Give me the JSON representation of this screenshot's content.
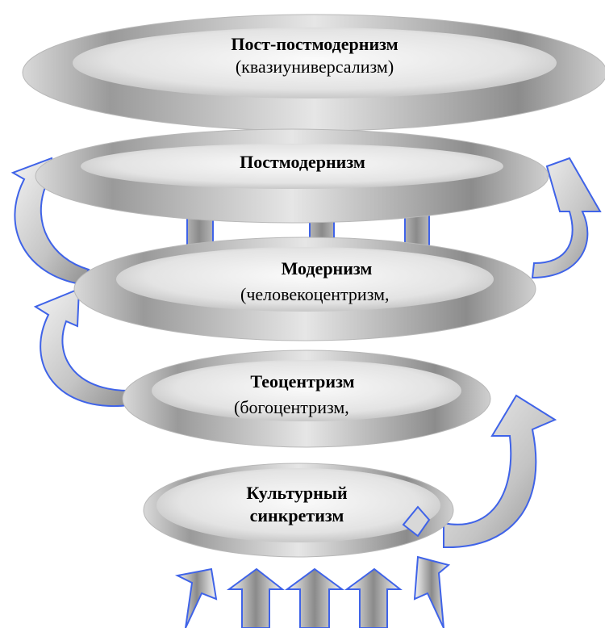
{
  "colors": {
    "arrow_stroke": "#3f63e8",
    "arrow_fill_light": "#f4f4f4",
    "arrow_fill_dark": "#8a8a8a",
    "disc_rim": "#a8a8a8",
    "disc_inner": "#f0f0f0",
    "text": "#000000"
  },
  "levels": [
    {
      "id": "post-postmodernism",
      "title": "Пост-постмодернизм",
      "subtitle": "(квазиуниверсализм)"
    },
    {
      "id": "postmodernism",
      "title": "Постмодернизм",
      "subtitle": ""
    },
    {
      "id": "modernism",
      "title": "Модернизм",
      "subtitle": "(человекоцентризм,"
    },
    {
      "id": "theocentrism",
      "title": "Теоцентризм",
      "subtitle": "(богоцентризм,"
    },
    {
      "id": "syncretism",
      "title": "Культурный",
      "subtitle": "синкретизм"
    }
  ]
}
